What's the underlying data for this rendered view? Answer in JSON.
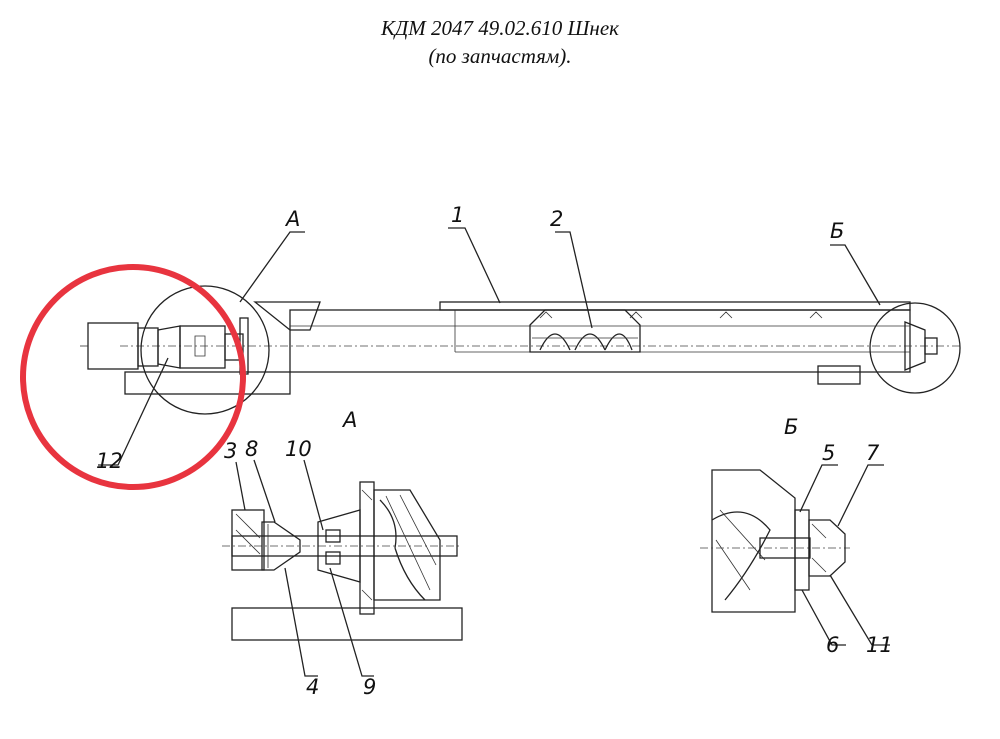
{
  "title": {
    "line1": "КДМ 2047 49.02.610 Шнек",
    "line2": "(по запчастям)."
  },
  "views": {
    "main": {
      "callout_a": "А",
      "callout_b": "Б",
      "part_1": "1",
      "part_2": "2",
      "part_12": "12"
    },
    "detail_a": {
      "title": "А",
      "part_3": "3",
      "part_4": "4",
      "part_8": "8",
      "part_9": "9",
      "part_10": "10"
    },
    "detail_b": {
      "title": "Б",
      "part_5": "5",
      "part_6": "6",
      "part_7": "7",
      "part_11": "11"
    }
  },
  "highlight": {
    "color": "#e8343f",
    "target": "12"
  }
}
